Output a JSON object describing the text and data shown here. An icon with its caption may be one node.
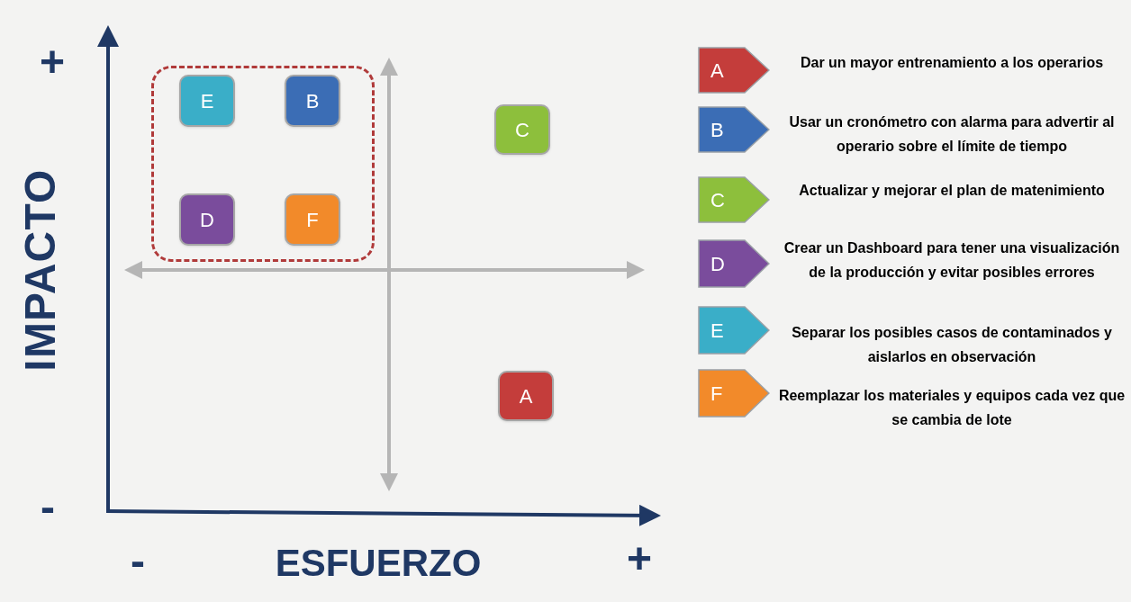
{
  "diagram": {
    "nodes": [
      {
        "text": [],
        "shape": "box"
      },
      {
        "text": [
          "E"
        ],
        "in": 0
      },
      {
        "text": [
          "B"
        ],
        "in": 0
      },
      {
        "text": [
          "D"
        ],
        "in": 0
      },
      {
        "text": [
          "F"
        ],
        "in": 0
      },
      {
        "text": [
          "C"
        ]
      },
      {
        "text": [
          "A"
        ]
      },
      {
        "text": [
          "A"
        ],
        "beside": [
          "Dar un mayor entrenamiento a los operarios"
        ]
      },
      {
        "text": [
          "B"
        ],
        "beside": [
          "Usar un cronómetro con alarma para advertir al operario sobre el límite de tiempo"
        ]
      },
      {
        "text": [
          "C"
        ],
        "beside": [
          "Actualizar y mejorar el plan de matenimiento"
        ]
      },
      {
        "text": [
          "D"
        ],
        "beside": [
          "Crear un Dashboard para tener una visualización de la producción y evitar posibles errores"
        ]
      },
      {
        "text": [
          "E"
        ],
        "beside": [
          "Separar los posibles casos de contaminados y aislarlos en observación"
        ]
      },
      {
        "text": [
          "F"
        ],
        "beside": [
          "Reemplazar los materiales y equipos cada vez que se cambia de lote"
        ]
      }
    ],
    "labels": [
      "+",
      "IMPACTO",
      "-",
      "-",
      "ESFUERZO",
      "+"
    ]
  }
}
